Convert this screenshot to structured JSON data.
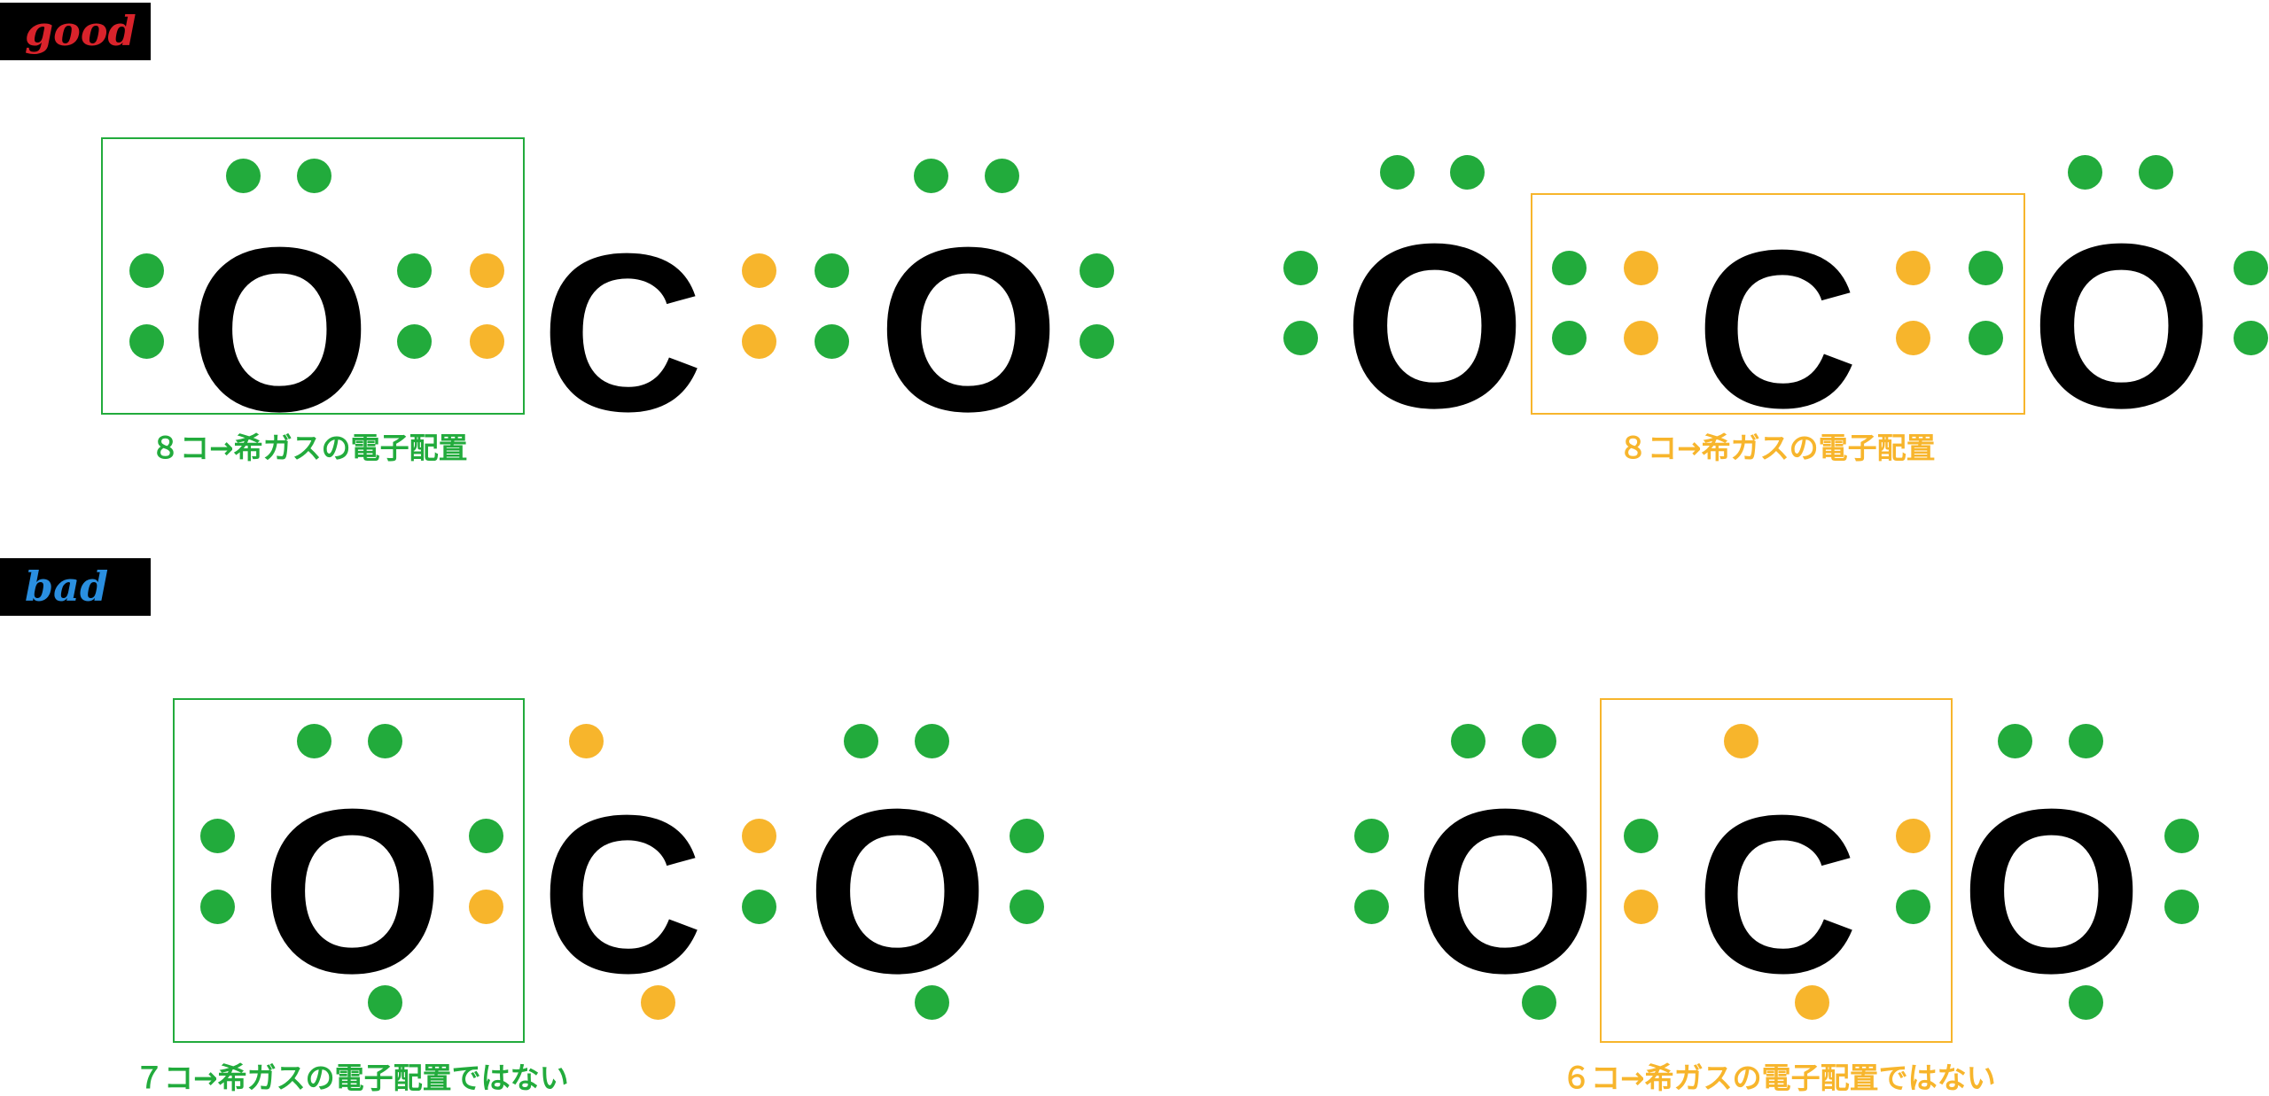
{
  "colors": {
    "green": "#22ab3c",
    "orange": "#f7b52c",
    "good_label": "#d9232b",
    "bad_label": "#2a8fe0"
  },
  "labels": {
    "good": "good",
    "bad": "bad"
  },
  "captions": {
    "good_oxygen": "８コ→希ガスの電子配置",
    "good_carbon": "８コ→希ガスの電子配置",
    "bad_oxygen": "７コ→希ガスの電子配置ではない",
    "bad_carbon": "６コ→希ガスの電子配置ではない"
  },
  "atoms": {
    "oxygen": "O",
    "carbon": "C"
  }
}
